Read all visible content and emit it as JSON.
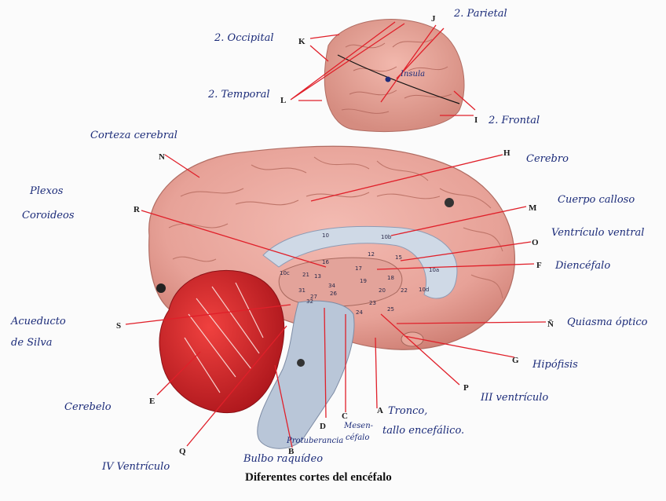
{
  "caption": "Diferentes cortes del encéfalo",
  "top_labels": {
    "J": "J",
    "K": "K",
    "L": "L",
    "I": "I",
    "parietal": "2. Parietal",
    "occipital": "2. Occipital",
    "temporal": "2. Temporal",
    "frontal": "2. Frontal",
    "insula": "Insula"
  },
  "letters": {
    "N": "N",
    "H": "H",
    "R": "R",
    "M": "M",
    "O": "O",
    "F": "F",
    "S": "S",
    "N2": "Ñ",
    "G": "G",
    "E": "E",
    "P": "P",
    "Q": "Q",
    "D": "D",
    "C": "C",
    "A": "A",
    "B": "B"
  },
  "annotations": {
    "corteza": "Corteza cerebral",
    "plexos_1": "Plexos",
    "plexos_2": "Coroideos",
    "cerebro": "Cerebro",
    "cuerpo_calloso": "Cuerpo calloso",
    "ventriculo_lateral": "Ventrículo ventral",
    "diencefalo": "Diencéfalo",
    "acueducto_1": "Acueducto",
    "acueducto_2": "de Silva",
    "quiasma": "Quiasma óptico",
    "hipofisis": "Hipófisis",
    "tercer_ventriculo": "III ventrículo",
    "cerebelo": "Cerebelo",
    "iv_ventriculo": "IV Ventrículo",
    "protuberancia": "Protuberancia",
    "bulbo": "Bulbo raquídeo",
    "mesencefalo_1": "Mesen-",
    "mesencefalo_2": "céfalo",
    "tronco_1": "Tronco,",
    "tronco_2": "tallo encefálico."
  },
  "numbers": {
    "n10": "10",
    "n10b": "10b",
    "n10c": "10c",
    "n10a": "10a",
    "n10d": "10d",
    "n12": "12",
    "n13": "13",
    "n15": "15",
    "n16": "16",
    "n17": "17",
    "n18": "18",
    "n19": "19",
    "n20": "20",
    "n21": "21",
    "n22": "22",
    "n23": "23",
    "n24": "24",
    "n25": "25",
    "n26": "26",
    "n27": "27",
    "n31": "31",
    "n32": "32",
    "n34": "34"
  },
  "colors": {
    "brain_pink": "#e9a79d",
    "brain_shade": "#d48478",
    "cerebellum_red": "#d8282a",
    "brainstem_blue": "#b9c6d8",
    "ink_blue": "#1a2a78",
    "leader_red": "#e0202a"
  }
}
